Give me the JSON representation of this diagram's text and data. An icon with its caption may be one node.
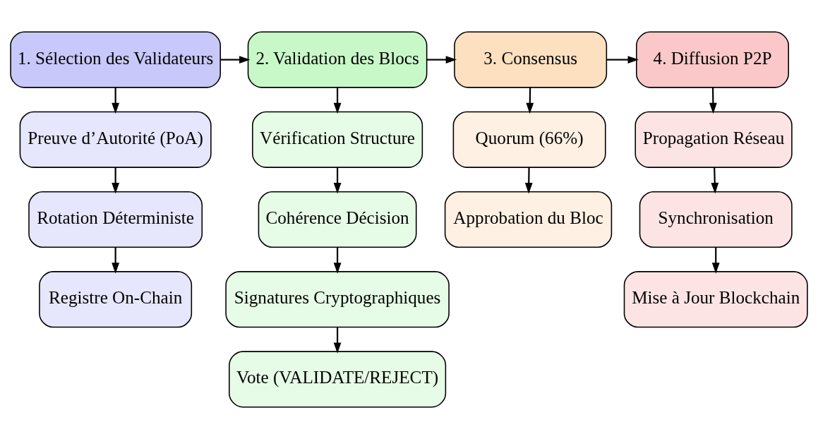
{
  "diagram": {
    "nodes": [
      {
        "text": [
          "1. Sélection des Validateurs"
        ]
      },
      {
        "text": [
          "2. Validation des Blocs"
        ]
      },
      {
        "text": [
          "3. Consensus"
        ]
      },
      {
        "text": [
          "4. Diffusion P2P"
        ]
      },
      {
        "text": [
          "Preuve d’Autorité (PoA)"
        ]
      },
      {
        "text": [
          "Rotation Déterministe"
        ]
      },
      {
        "text": [
          "Registre On-Chain"
        ]
      },
      {
        "text": [
          "Vérification Structure"
        ]
      },
      {
        "text": [
          "Cohérence Décision"
        ]
      },
      {
        "text": [
          "Signatures Cryptographiques"
        ]
      },
      {
        "text": [
          "Vote (VALIDATE/REJECT)"
        ]
      },
      {
        "text": [
          "Quorum (66%)"
        ]
      },
      {
        "text": [
          "Approbation du Bloc"
        ]
      },
      {
        "text": [
          "Propagation Réseau"
        ]
      },
      {
        "text": [
          "Synchronisation"
        ]
      },
      {
        "text": [
          "Mise à Jour Blockchain"
        ]
      }
    ],
    "edges": [
      {
        "from": 0,
        "to": 1,
        "arrow": "to"
      },
      {
        "from": 1,
        "to": 2,
        "arrow": "to"
      },
      {
        "from": 2,
        "to": 3,
        "arrow": "to"
      },
      {
        "from": 0,
        "to": 4,
        "arrow": "to"
      },
      {
        "from": 4,
        "to": 5,
        "arrow": "to"
      },
      {
        "from": 5,
        "to": 6,
        "arrow": "to"
      },
      {
        "from": 1,
        "to": 7,
        "arrow": "to"
      },
      {
        "from": 7,
        "to": 8,
        "arrow": "to"
      },
      {
        "from": 8,
        "to": 9,
        "arrow": "to"
      },
      {
        "from": 9,
        "to": 10,
        "arrow": "to"
      },
      {
        "from": 2,
        "to": 11,
        "arrow": "to"
      },
      {
        "from": 11,
        "to": 12,
        "arrow": "to"
      },
      {
        "from": 3,
        "to": 13,
        "arrow": "to"
      },
      {
        "from": 13,
        "to": 14,
        "arrow": "to"
      },
      {
        "from": 14,
        "to": 15,
        "arrow": "to"
      }
    ]
  }
}
